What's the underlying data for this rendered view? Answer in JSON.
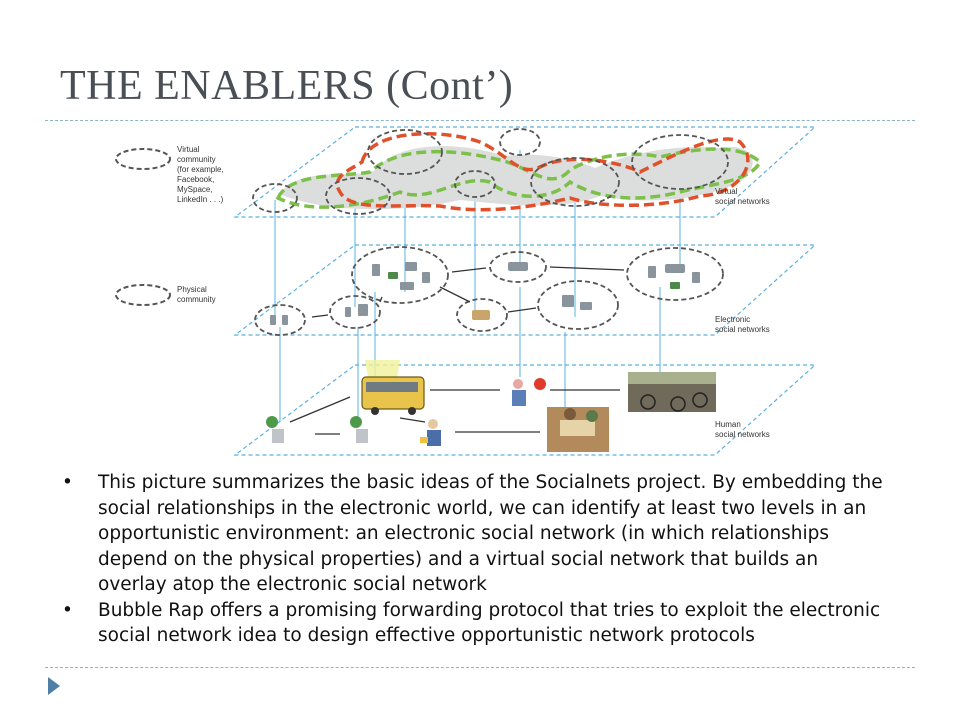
{
  "slide": {
    "title": "THE ENABLERS (Cont’)"
  },
  "diagram": {
    "legend_virtual": [
      "Virtual",
      "community",
      "(for example,",
      "Facebook,",
      "MySpace,",
      "LinkedIn . . .)"
    ],
    "legend_physical": [
      "Physical",
      "community"
    ],
    "layer_virtual": [
      "Virtual",
      "social networks"
    ],
    "layer_electronic": [
      "Electronic",
      "social networks"
    ],
    "layer_human": [
      "Human",
      "social networks"
    ]
  },
  "bullets": [
    "This picture summarizes the basic ideas of the Socialnets project. By embedding the social relationships in the electronic world, we can identify at least two levels in an opportunistic environment: an electronic social network (in which relationships depend on the physical properties) and a virtual social network that builds an overlay atop the electronic social network",
    "Bubble Rap offers a promising forwarding protocol that tries to exploit the electronic social network idea to design effective opportunistic network protocols"
  ],
  "colors": {
    "plane_edge": "#5ab0e0",
    "virtual_green": "#7cc04a",
    "virtual_red": "#e0502a",
    "community_border": "#555555",
    "accent": "#4f7fa6"
  }
}
